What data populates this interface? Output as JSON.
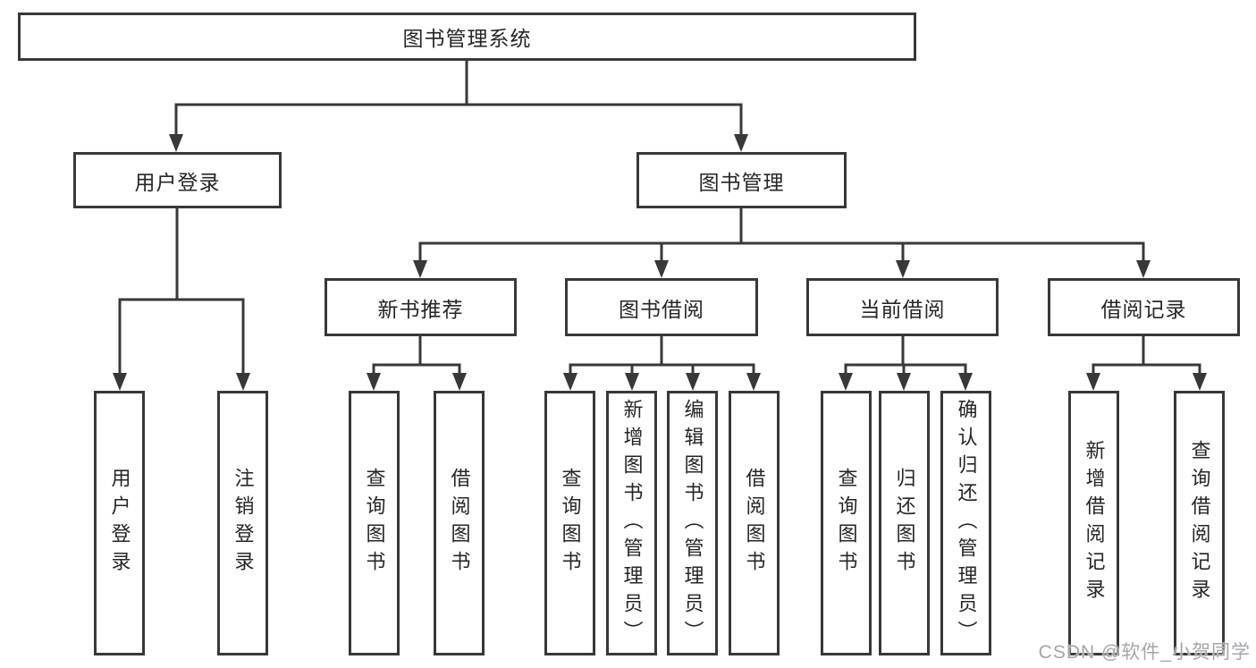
{
  "diagram": {
    "root": {
      "label": "图书管理系统"
    },
    "level2": [
      {
        "label": "用户登录"
      },
      {
        "label": "图书管理"
      }
    ],
    "level3": [
      {
        "label": "新书推荐"
      },
      {
        "label": "图书借阅"
      },
      {
        "label": "当前借阅"
      },
      {
        "label": "借阅记录"
      }
    ],
    "leaves": [
      {
        "label": "用户登录"
      },
      {
        "label": "注销登录"
      },
      {
        "label": "查询图书"
      },
      {
        "label": "借阅图书"
      },
      {
        "label": "查询图书"
      },
      {
        "label": "新增图书（管理员）"
      },
      {
        "label": "编辑图书（管理员）"
      },
      {
        "label": "借阅图书"
      },
      {
        "label": "查询图书"
      },
      {
        "label": "归还图书"
      },
      {
        "label": "确认归还（管理员）"
      },
      {
        "label": "新增借阅记录"
      },
      {
        "label": "查询借阅记录"
      }
    ],
    "watermark": "CSDN @软件_小贺同学",
    "colors": {
      "line": "#383838",
      "box_border": "#383838",
      "text": "#262626",
      "background": "#ffffff",
      "watermark": "#a3a6aa"
    }
  }
}
